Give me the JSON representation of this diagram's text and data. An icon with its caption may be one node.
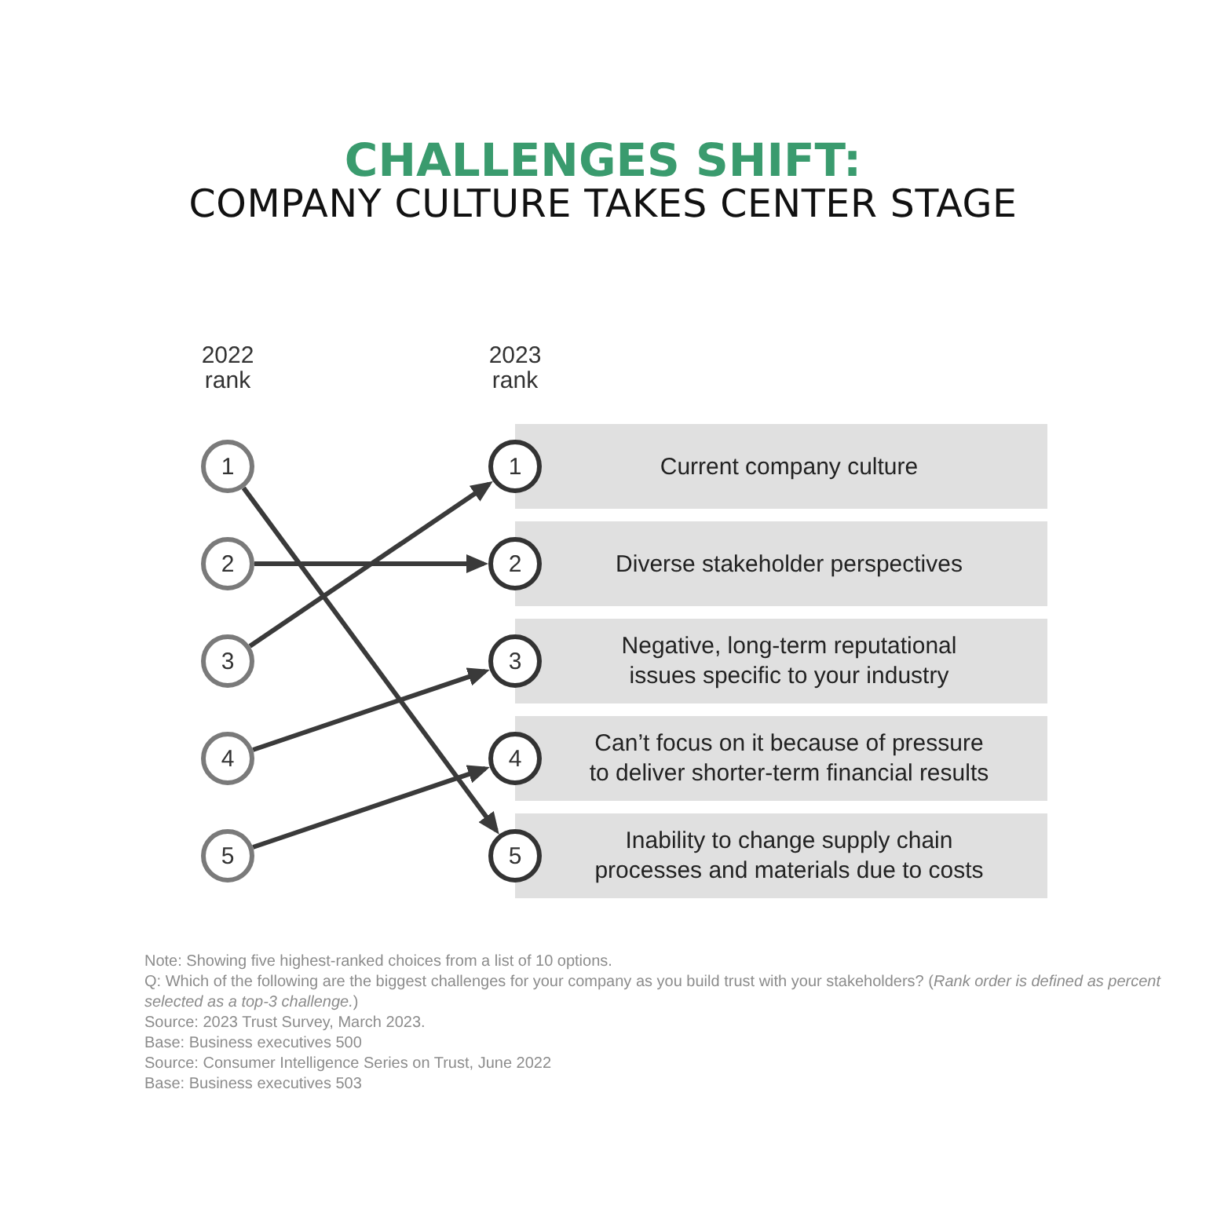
{
  "diagram": {
    "title": "CHALLENGES SHIFT:",
    "nodes": [
      {
        "text": [
          "1"
        ]
      },
      {
        "text": [
          "2"
        ]
      },
      {
        "text": [
          "3"
        ]
      },
      {
        "text": [
          "4"
        ]
      },
      {
        "text": [
          "5"
        ]
      },
      {
        "text": [
          "1"
        ]
      },
      {
        "text": [
          "2"
        ]
      },
      {
        "text": [
          "3"
        ]
      },
      {
        "text": [
          "4"
        ]
      },
      {
        "text": [
          "5"
        ]
      },
      {
        "text": [
          "Current company culture"
        ]
      },
      {
        "text": [
          "Diverse stakeholder perspectives"
        ]
      },
      {
        "text": [
          "Negative, long-term reputational issues specific to your industry"
        ]
      },
      {
        "text": [
          "Can’t focus on it because of pressure to deliver shorter-term financial results"
        ]
      },
      {
        "text": [
          "Inability to change supply chain processes and materials due to costs"
        ]
      }
    ],
    "edges": [
      {
        "from": 0,
        "to": 9,
        "arrow": "to"
      },
      {
        "from": 1,
        "to": 6,
        "arrow": "to"
      },
      {
        "from": 2,
        "to": 5,
        "arrow": "to"
      },
      {
        "from": 3,
        "to": 7,
        "arrow": "to"
      },
      {
        "from": 4,
        "to": 8,
        "arrow": "to"
      }
    ],
    "labels": [
      "COMPANY CULTURE TAKES CENTER STAGE",
      "2022 rank",
      "2023 rank",
      "Note: Showing five highest-ranked choices from a list of 10 options.",
      "Q: Which of the following are the biggest challenges for your company as you build trust with your stakeholders? (*Rank order is defined as percent selected as a top-3 challenge.*)",
      "Source: 2023 Trust Survey, March 2023.",
      "Base: Business executives 500",
      "Source: Consumer Intelligence Series on Trust, June 2022",
      "Base: Business executives 503"
    ]
  }
}
